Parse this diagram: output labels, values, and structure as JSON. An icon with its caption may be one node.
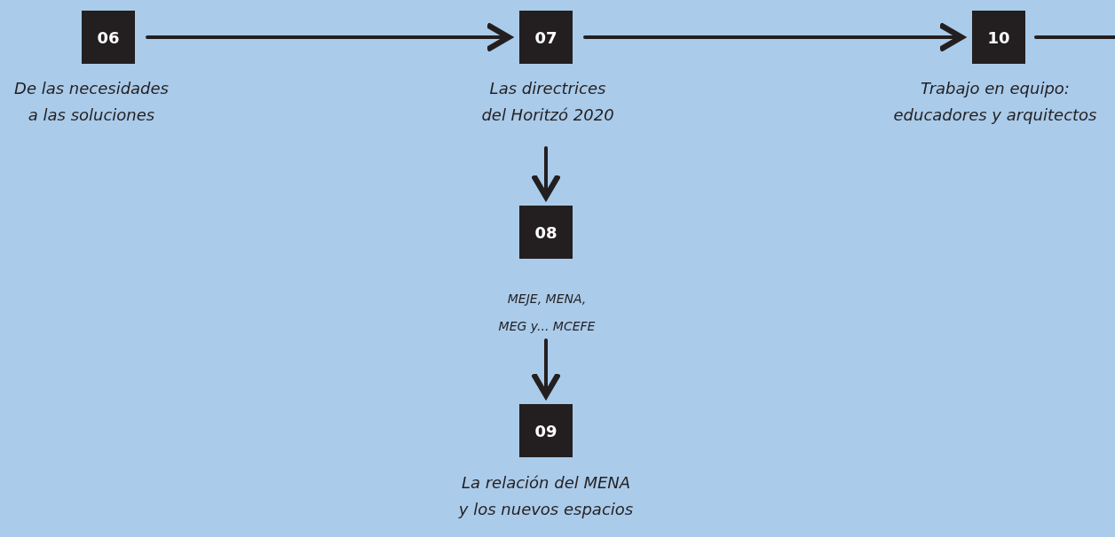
{
  "diagram": {
    "nodes": [
      {
        "text": [
          "06"
        ],
        "beside": [
          "De las necesidades a las soluciones"
        ]
      },
      {
        "text": [
          "07"
        ],
        "beside": [
          "Las directrices del Horitzó 2020"
        ]
      },
      {
        "text": [
          "10"
        ],
        "beside": [
          "Trabajo en equipo: educadores y arquitectos"
        ]
      },
      {
        "text": [
          "08"
        ],
        "beside": [
          "MEJE, MENA, MEG y... MCEFE"
        ]
      },
      {
        "text": [
          "09"
        ],
        "beside": [
          "La relación del MENA y los nuevos espacios"
        ]
      }
    ],
    "edges": [
      {
        "from": 0,
        "to": 1,
        "arrow": "to"
      },
      {
        "from": 1,
        "to": 2,
        "arrow": "to"
      },
      {
        "from": 1,
        "to": 3,
        "arrow": "to"
      },
      {
        "from": 3,
        "to": 4,
        "arrow": "to"
      },
      {
        "from": 2,
        "to": null,
        "arrow": "none"
      }
    ]
  }
}
